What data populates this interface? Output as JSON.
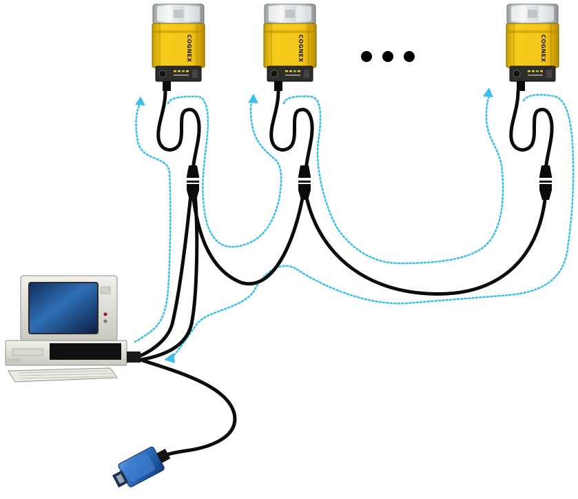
{
  "diagram": {
    "brand_logo_text": "COGNEX",
    "ellipsis_dots": 3,
    "colors": {
      "camera_body": "#f3c619",
      "camera_top": "#d9dcdd",
      "cable": "#0b0b0b",
      "data_flow": "#3cc0ea",
      "usb_connector": "#2a68b8",
      "computer_case": "#e5e5df",
      "monitor_screen": "#1f4f8c"
    },
    "cameras": [
      {
        "id": "camera-1",
        "name": "cognex-reader"
      },
      {
        "id": "camera-2",
        "name": "cognex-reader"
      },
      {
        "id": "camera-n",
        "name": "cognex-reader"
      }
    ],
    "icons": [
      "cognex-reader-icon",
      "computer-icon",
      "usb-connector-icon",
      "y-splitter-icon",
      "flow-arrow-icon"
    ]
  }
}
